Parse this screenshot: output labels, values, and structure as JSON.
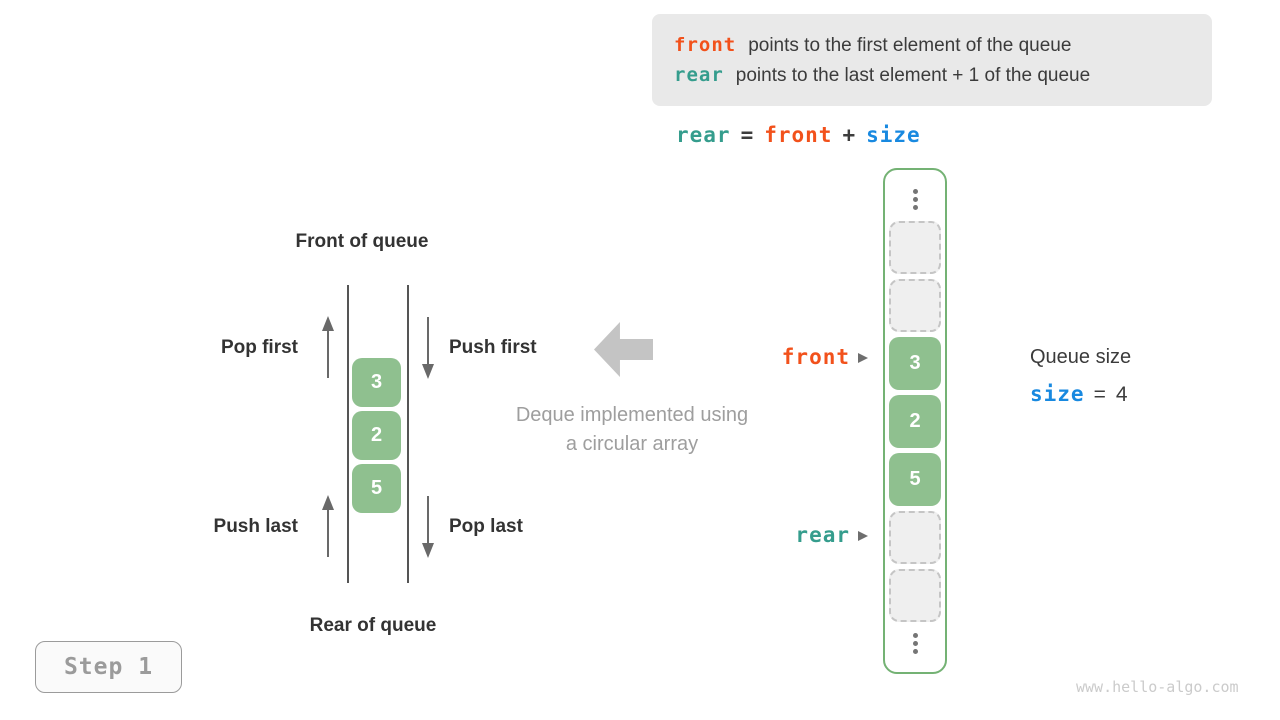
{
  "palette": {
    "orange": "#f2511b",
    "teal": "#359d8d",
    "blue": "#1889e0",
    "cell_green": "#8fc08f",
    "array_border_green": "#74b274",
    "gray_caption": "#9e9e9e",
    "dark_text": "#3b3b3b",
    "info_box_bg": "#e9e9e9"
  },
  "info_box": {
    "line1": {
      "keyword": "front",
      "text": "points to the first element of the queue"
    },
    "line2": {
      "keyword": "rear",
      "text": "points to the last element + 1 of the queue"
    }
  },
  "formula": {
    "tokens": [
      {
        "text": "rear"
      },
      {
        "text": "="
      },
      {
        "text": "front"
      },
      {
        "text": "+"
      },
      {
        "text": "size"
      }
    ]
  },
  "deque": {
    "front_label": "Front of queue",
    "rear_label": "Rear of queue",
    "pop_first": "Pop first",
    "push_first": "Push first",
    "push_last": "Push last",
    "pop_last": "Pop last",
    "values": [
      "3",
      "2",
      "5"
    ]
  },
  "center": {
    "caption_line1": "Deque implemented using",
    "caption_line2": "a circular array"
  },
  "array": {
    "cells": [
      {
        "type": "dots"
      },
      {
        "type": "empty"
      },
      {
        "type": "empty"
      },
      {
        "type": "value",
        "value": "3"
      },
      {
        "type": "value",
        "value": "2"
      },
      {
        "type": "value",
        "value": "5"
      },
      {
        "type": "empty"
      },
      {
        "type": "empty"
      },
      {
        "type": "dots"
      }
    ],
    "front_pointer": "front",
    "rear_pointer": "rear"
  },
  "size_info": {
    "title": "Queue size",
    "var": "size",
    "equals": "=",
    "value": "4"
  },
  "step_badge": "Step 1",
  "watermark": "www.hello-algo.com"
}
